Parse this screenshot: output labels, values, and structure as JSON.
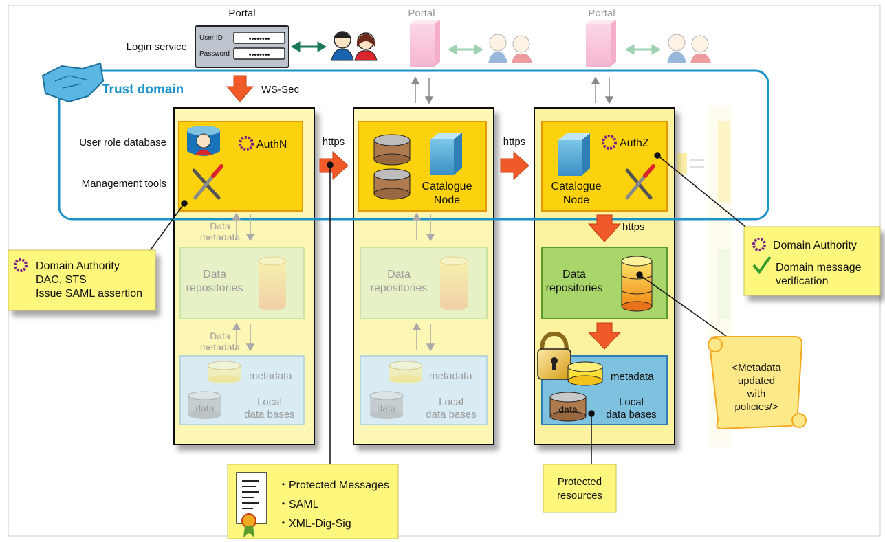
{
  "portals": [
    "Portal",
    "Portal",
    "Portal"
  ],
  "login": {
    "service_label": "Login service",
    "userid_label": "User ID",
    "password_label": "Password",
    "userid_value": "••••••••",
    "password_value": "••••••••"
  },
  "trust_domain_label": "Trust domain",
  "protocols": {
    "ws_sec": "WS-Sec",
    "https_1": "https",
    "https_2": "https",
    "https_3": "https"
  },
  "left_labels": {
    "user_role_database": "User role database",
    "management_tools": "Management tools"
  },
  "node1": {
    "authn": "AuthN",
    "data_metadata_1": [
      "Data",
      "metadata"
    ],
    "data_metadata_2": [
      "Data",
      "metadata"
    ],
    "repositories": [
      "Data",
      "repositories"
    ],
    "metadata": "metadata",
    "data": "data",
    "local_db": [
      "Local",
      "data bases"
    ]
  },
  "node2": {
    "catalogue": [
      "Catalogue",
      "Node"
    ],
    "repositories": [
      "Data",
      "repositories"
    ],
    "metadata": "metadata",
    "data": "data",
    "local_db": [
      "Local",
      "data bases"
    ]
  },
  "node3": {
    "authz": "AuthZ",
    "catalogue": [
      "Catalogue",
      "Node"
    ],
    "repositories": [
      "Data",
      "repositories"
    ],
    "metadata": "metadata",
    "data": "data",
    "local_db": [
      "Local",
      "data bases"
    ]
  },
  "callouts": {
    "domain_authority_left": [
      "Domain Authority",
      "DAC, STS",
      "Issue SAML assertion"
    ],
    "messages": [
      "・Protected Messages",
      "・SAML",
      "・XML-Dig-Sig"
    ],
    "protected_resources": [
      "Protected",
      "resources"
    ],
    "domain_authority_right": [
      "Domain Authority",
      "Domain message",
      "verification"
    ],
    "scroll": [
      "<Metadata",
      "updated",
      "with",
      "policies/>"
    ]
  },
  "colors": {
    "trust_domain": "#1c93c8",
    "node_fill": "#fdf5a6",
    "auth_box": "#fcd20f",
    "auth_border": "#e79a00",
    "callout": "#fdf77e",
    "arrow": "#f05a28",
    "repo_green": "#a8d66b",
    "db_blue": "#7fc2df"
  }
}
